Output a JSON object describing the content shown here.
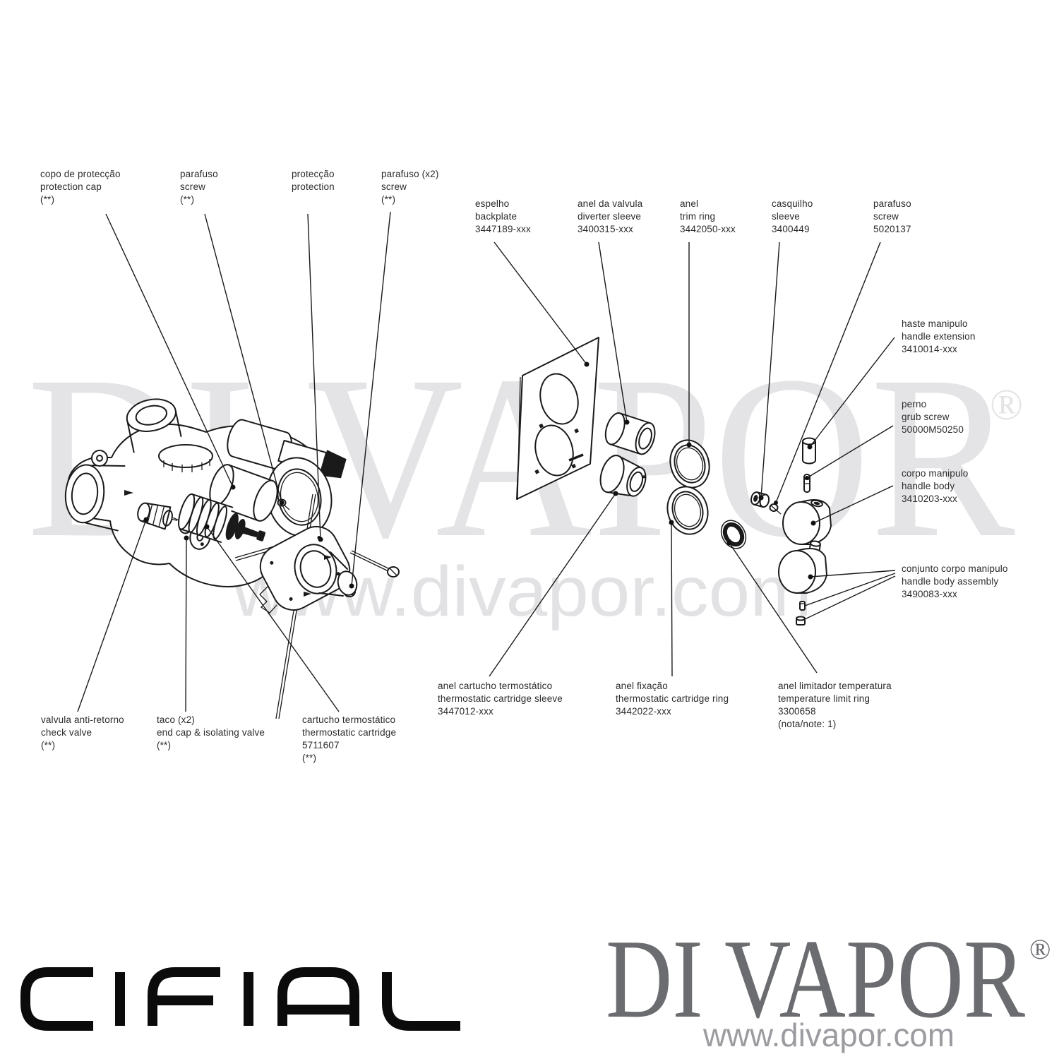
{
  "labels": [
    {
      "id": "protection-cap",
      "l1": "copo de protecção",
      "l2": "protection cap",
      "l3": "(**)"
    },
    {
      "id": "screw-top-1",
      "l1": "parafuso",
      "l2": "screw",
      "l3": "(**)"
    },
    {
      "id": "protection",
      "l1": "protecção",
      "l2": "protection"
    },
    {
      "id": "screw-top-2",
      "l1": "parafuso (x2)",
      "l2": "screw",
      "l3": "(**)"
    },
    {
      "id": "backplate",
      "l1": "espelho",
      "l2": "backplate",
      "l3": "3447189-xxx"
    },
    {
      "id": "diverter-sleeve",
      "l1": "anel da valvula",
      "l2": "diverter sleeve",
      "l3": "3400315-xxx"
    },
    {
      "id": "trim-ring",
      "l1": "anel",
      "l2": "trim ring",
      "l3": "3442050-xxx"
    },
    {
      "id": "sleeve",
      "l1": "casquilho",
      "l2": "sleeve",
      "l3": "3400449"
    },
    {
      "id": "screw-5020137",
      "l1": "parafuso",
      "l2": "screw",
      "l3": "5020137"
    },
    {
      "id": "handle-extension",
      "l1": "haste manipulo",
      "l2": "handle extension",
      "l3": "3410014-xxx"
    },
    {
      "id": "grub-screw",
      "l1": "perno",
      "l2": "grub screw",
      "l3": "50000M50250"
    },
    {
      "id": "handle-body",
      "l1": "corpo manipulo",
      "l2": "handle body",
      "l3": "3410203-xxx"
    },
    {
      "id": "handle-body-assembly",
      "l1": "conjunto corpo manipulo",
      "l2": "handle body assembly",
      "l3": "3490083-xxx"
    },
    {
      "id": "check-valve",
      "l1": "valvula anti-retorno",
      "l2": "check valve",
      "l3": "(**)"
    },
    {
      "id": "end-cap",
      "l1": "taco (x2)",
      "l2": "end cap & isolating valve",
      "l3": "(**)"
    },
    {
      "id": "thermostatic-cartridge",
      "l1": "cartucho termostático",
      "l2": "thermostatic cartridge",
      "l3": "5711607",
      "l4": "(**)"
    },
    {
      "id": "cartridge-sleeve",
      "l1": "anel cartucho termostático",
      "l2": "thermostatic cartridge sleeve",
      "l3": "3447012-xxx"
    },
    {
      "id": "cartridge-ring",
      "l1": "anel fixação",
      "l2": "thermostatic cartridge ring",
      "l3": "3442022-xxx"
    },
    {
      "id": "temp-limit-ring",
      "l1": "anel limitador temperatura",
      "l2": "temperature limit ring",
      "l3": "3300658",
      "l4": "(nota/note: 1)"
    }
  ],
  "watermark": {
    "brand": "DI VAPOR",
    "registered": "®",
    "url": "www.divapor.com"
  },
  "footer": {
    "manufacturer_logo": "CIFIAL",
    "brand": "DI VAPOR",
    "registered": "®",
    "url": "www.divapor.com"
  },
  "colors": {
    "label_text": "#2b2b2b",
    "line_art": "#1a1a1a",
    "watermark": "#e4e4e6",
    "footer_brand": "#6b6c70",
    "footer_url": "#9b9ca0",
    "logo": "#0b0b0b",
    "background": "#ffffff"
  }
}
